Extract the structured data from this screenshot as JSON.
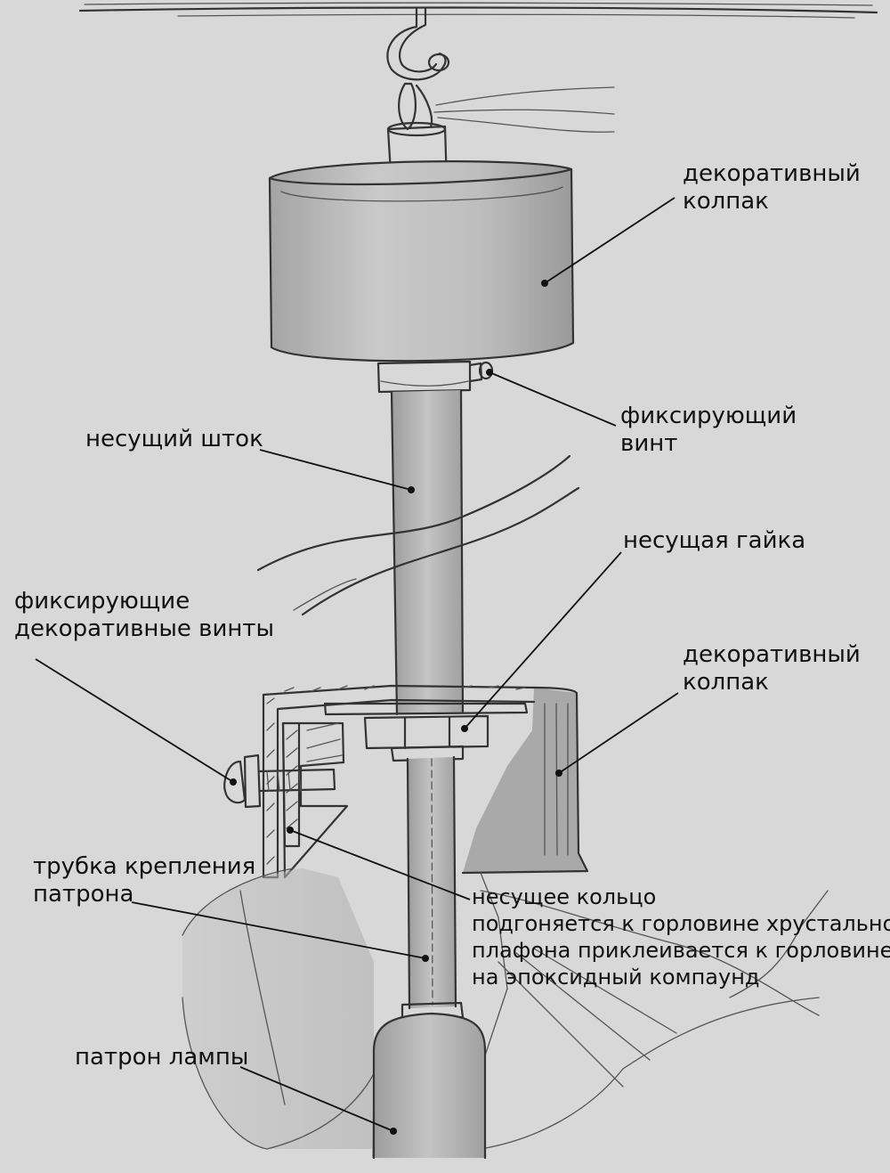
{
  "labels": {
    "cap_top": [
      "декоративный",
      "колпак"
    ],
    "fix_screw": [
      "фиксирующий",
      "винт"
    ],
    "rod": "несущий шток",
    "nut": "несущая гайка",
    "deco_screws": [
      "фиксирующие",
      "декоративные винты"
    ],
    "cap_bottom": [
      "декоративный",
      "колпак"
    ],
    "tube": [
      "трубка крепления",
      "патрона"
    ],
    "ring": [
      "несущее кольцо",
      "подгоняется к горловине хрустального",
      "плафона  приклеивается к горловине",
      "на эпоксидный компаунд"
    ],
    "socket": "патрон лампы"
  },
  "colors": {
    "paper": "#d8d8d8",
    "pencil": "#333333",
    "ink": "#111111",
    "shade": "#a9a9a9"
  }
}
